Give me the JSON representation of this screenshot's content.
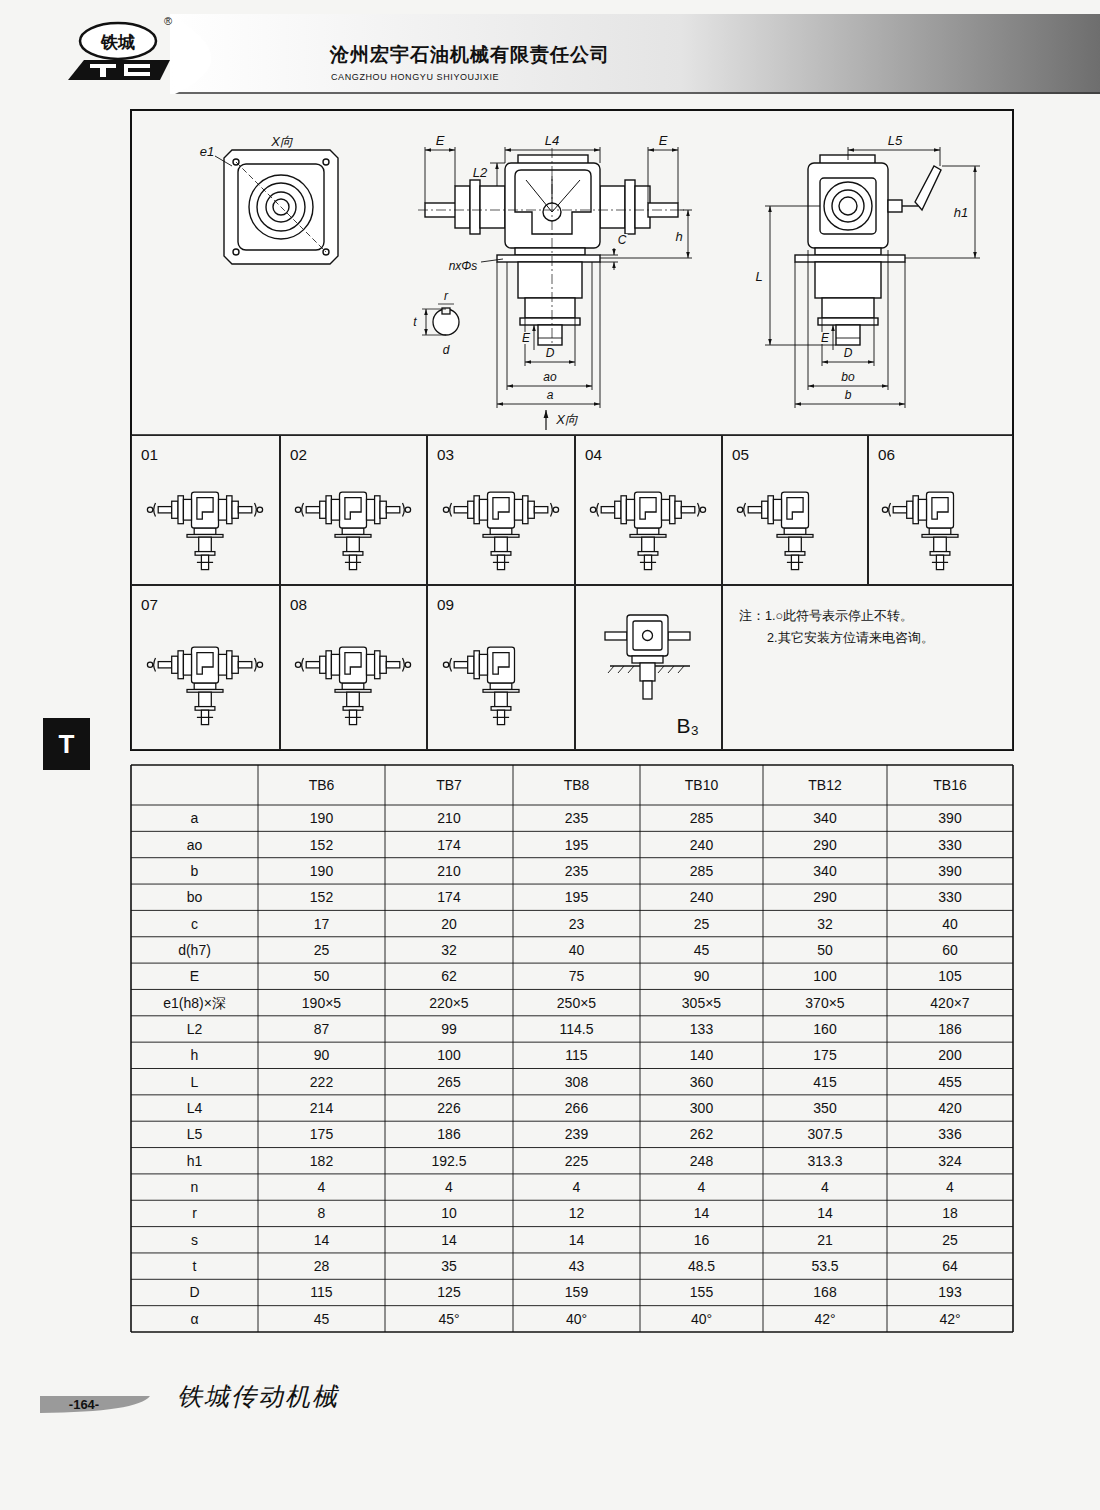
{
  "diagram": {
    "nodes": [
      {
        "text": [
          "01"
        ]
      },
      {
        "text": [
          "02"
        ]
      },
      {
        "text": [
          "03"
        ]
      },
      {
        "text": [
          "04"
        ]
      },
      {
        "text": [
          "05"
        ]
      },
      {
        "text": [
          "06"
        ]
      },
      {
        "text": [
          "07"
        ]
      },
      {
        "text": [
          "08"
        ]
      },
      {
        "text": [
          "09"
        ]
      },
      {
        "text": [
          "B₃"
        ]
      },
      {
        "text": [
          "注：1.○此符号表示停止不转。",
          "2.其它安装方位请来电咨询。"
        ]
      },
      {
        "text": [
          "T"
        ]
      }
    ],
    "labels": [
      "铁城",
      "®",
      "沧州宏宇石油机械有限责任公司",
      "CANGZHOU HONGYU SHIYOUJIXIE",
      "e1",
      "X向",
      "E",
      "L4",
      "E",
      "L2",
      "h",
      "C",
      "nxΦs",
      "r",
      "t",
      "d",
      "E",
      "D",
      "ao",
      "a",
      "X向",
      "L5",
      "h1",
      "L",
      "E",
      "D",
      "bo",
      "b",
      "TB6",
      "TB7",
      "TB8",
      "TB10",
      "TB12",
      "TB16",
      "a",
      "190",
      "210",
      "235",
      "285",
      "340",
      "390",
      "ao",
      "152",
      "174",
      "195",
      "240",
      "290",
      "330",
      "b",
      "190",
      "210",
      "235",
      "285",
      "340",
      "390",
      "bo",
      "152",
      "174",
      "195",
      "240",
      "290",
      "330",
      "c",
      "17",
      "20",
      "23",
      "25",
      "32",
      "40",
      "d(h7)",
      "25",
      "32",
      "40",
      "45",
      "50",
      "60",
      "E",
      "50",
      "62",
      "75",
      "90",
      "100",
      "105",
      "e1(h8)×深",
      "190×5",
      "220×5",
      "250×5",
      "305×5",
      "370×5",
      "420×7",
      "L2",
      "87",
      "99",
      "114.5",
      "133",
      "160",
      "186",
      "h",
      "90",
      "100",
      "115",
      "140",
      "175",
      "200",
      "L",
      "222",
      "265",
      "308",
      "360",
      "415",
      "455",
      "L4",
      "214",
      "226",
      "266",
      "300",
      "350",
      "420",
      "L5",
      "175",
      "186",
      "239",
      "262",
      "307.5",
      "336",
      "h1",
      "182",
      "192.5",
      "225",
      "248",
      "313.3",
      "324",
      "n",
      "4",
      "4",
      "4",
      "4",
      "4",
      "4",
      "r",
      "8",
      "10",
      "12",
      "14",
      "14",
      "18",
      "s",
      "14",
      "14",
      "14",
      "16",
      "21",
      "25",
      "t",
      "28",
      "35",
      "43",
      "48.5",
      "53.5",
      "64",
      "D",
      "115",
      "125",
      "159",
      "155",
      "168",
      "193",
      "α",
      "45",
      "45°",
      "40°",
      "40°",
      "42°",
      "42°",
      "-164-",
      "铁城传动机械"
    ]
  }
}
